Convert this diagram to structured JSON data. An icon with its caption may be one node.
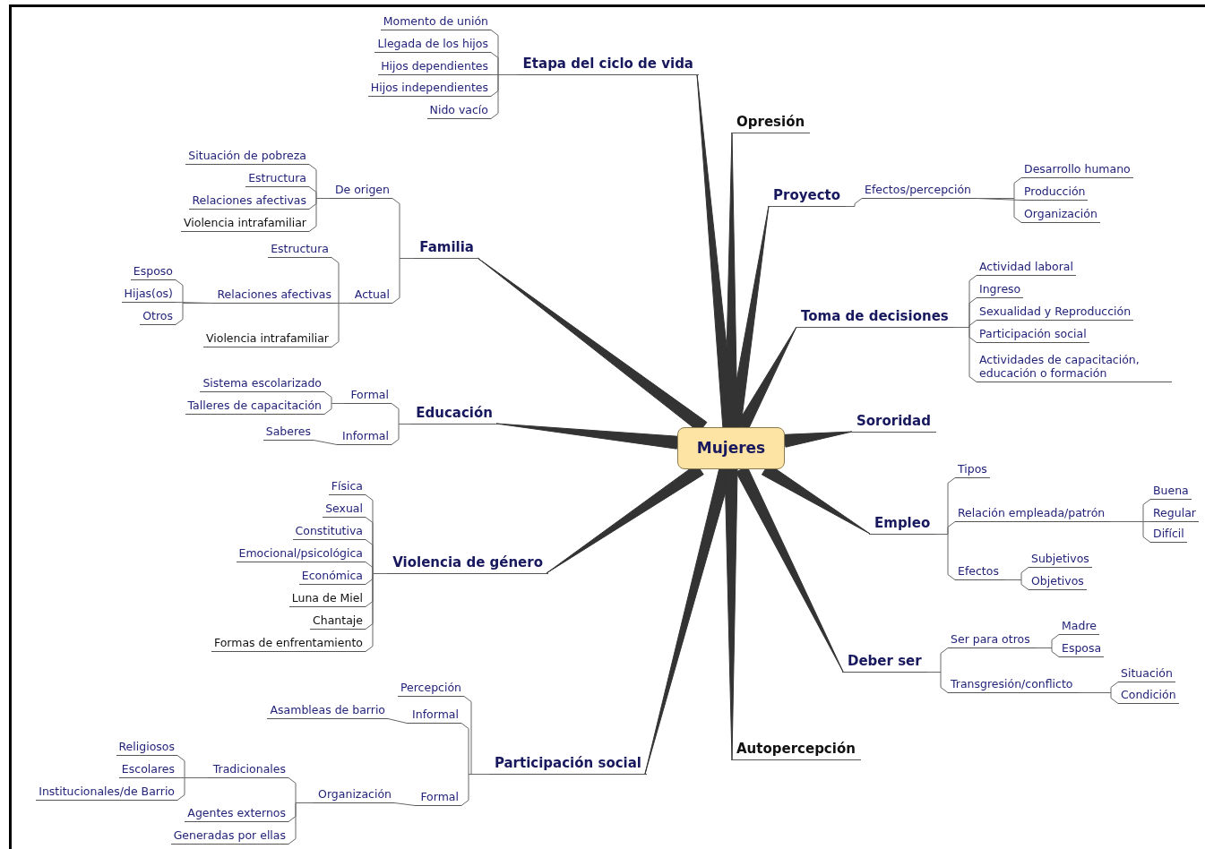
{
  "diagram": {
    "nodes": [
      {
        "text": [
          "Mujeres"
        ]
      },
      {
        "text": [
          "Etapa del ciclo de vida"
        ]
      },
      {
        "text": [
          "Momento de unión"
        ]
      },
      {
        "text": [
          "Llegada de los hijos"
        ]
      },
      {
        "text": [
          "Hijos dependientes"
        ]
      },
      {
        "text": [
          "Hijos independientes"
        ]
      },
      {
        "text": [
          "Nido vacío"
        ]
      },
      {
        "text": [
          "Familia"
        ]
      },
      {
        "text": [
          "De origen"
        ]
      },
      {
        "text": [
          "Situación de pobreza"
        ]
      },
      {
        "text": [
          "Estructura"
        ]
      },
      {
        "text": [
          "Relaciones afectivas"
        ]
      },
      {
        "text": [
          "Violencia intrafamiliar"
        ]
      },
      {
        "text": [
          "Actual"
        ]
      },
      {
        "text": [
          "Estructura"
        ]
      },
      {
        "text": [
          "Relaciones afectivas"
        ]
      },
      {
        "text": [
          "Esposo"
        ]
      },
      {
        "text": [
          "Hijas(os)"
        ]
      },
      {
        "text": [
          "Otros"
        ]
      },
      {
        "text": [
          "Violencia intrafamiliar"
        ]
      },
      {
        "text": [
          "Educación"
        ]
      },
      {
        "text": [
          "Formal"
        ]
      },
      {
        "text": [
          "Sistema escolarizado"
        ]
      },
      {
        "text": [
          "Talleres de capacitación"
        ]
      },
      {
        "text": [
          "Informal"
        ]
      },
      {
        "text": [
          "Saberes"
        ]
      },
      {
        "text": [
          "Violencia de género"
        ]
      },
      {
        "text": [
          "Física"
        ]
      },
      {
        "text": [
          "Sexual"
        ]
      },
      {
        "text": [
          "Constitutiva"
        ]
      },
      {
        "text": [
          "Emocional/psicológica"
        ]
      },
      {
        "text": [
          "Económica"
        ]
      },
      {
        "text": [
          "Luna de Miel"
        ]
      },
      {
        "text": [
          "Chantaje"
        ]
      },
      {
        "text": [
          "Formas de enfrentamiento"
        ]
      },
      {
        "text": [
          "Participación social"
        ]
      },
      {
        "text": [
          "Percepción"
        ]
      },
      {
        "text": [
          "Informal"
        ]
      },
      {
        "text": [
          "Asambleas de barrio"
        ]
      },
      {
        "text": [
          "Formal"
        ]
      },
      {
        "text": [
          "Organización"
        ]
      },
      {
        "text": [
          "Tradicionales"
        ]
      },
      {
        "text": [
          "Religiosos"
        ]
      },
      {
        "text": [
          "Escolares"
        ]
      },
      {
        "text": [
          "Institucionales/de Barrio"
        ]
      },
      {
        "text": [
          "Agentes externos"
        ]
      },
      {
        "text": [
          "Generadas por ellas"
        ]
      },
      {
        "text": [
          "Opresión"
        ]
      },
      {
        "text": [
          "Proyecto"
        ]
      },
      {
        "text": [
          "Efectos/percepción"
        ]
      },
      {
        "text": [
          "Desarrollo humano"
        ]
      },
      {
        "text": [
          "Producción"
        ]
      },
      {
        "text": [
          "Organización"
        ]
      },
      {
        "text": [
          "Toma de decisiones"
        ]
      },
      {
        "text": [
          "Actividad laboral"
        ]
      },
      {
        "text": [
          "Ingreso"
        ]
      },
      {
        "text": [
          "Sexualidad y Reproducción"
        ]
      },
      {
        "text": [
          "Participación social"
        ]
      },
      {
        "text": [
          "Actividades de capacitación, educación o formación"
        ]
      },
      {
        "text": [
          "Sororidad"
        ]
      },
      {
        "text": [
          "Empleo"
        ]
      },
      {
        "text": [
          "Tipos"
        ]
      },
      {
        "text": [
          "Relación empleada/patrón"
        ]
      },
      {
        "text": [
          "Buena"
        ]
      },
      {
        "text": [
          "Regular"
        ]
      },
      {
        "text": [
          "Difícil"
        ]
      },
      {
        "text": [
          "Efectos"
        ]
      },
      {
        "text": [
          "Subjetivos"
        ]
      },
      {
        "text": [
          "Objetivos"
        ]
      },
      {
        "text": [
          "Deber ser"
        ]
      },
      {
        "text": [
          "Ser para otros"
        ]
      },
      {
        "text": [
          "Madre"
        ]
      },
      {
        "text": [
          "Esposa"
        ]
      },
      {
        "text": [
          "Transgresión/conflicto"
        ]
      },
      {
        "text": [
          "Situación"
        ]
      },
      {
        "text": [
          "Condición"
        ]
      },
      {
        "text": [
          "Autopercepción"
        ]
      }
    ],
    "edges": [
      {
        "from": 0,
        "to": 1,
        "arrow": "none"
      },
      {
        "from": 1,
        "to": 2,
        "arrow": "none"
      },
      {
        "from": 1,
        "to": 3,
        "arrow": "none"
      },
      {
        "from": 1,
        "to": 4,
        "arrow": "none"
      },
      {
        "from": 1,
        "to": 5,
        "arrow": "none"
      },
      {
        "from": 1,
        "to": 6,
        "arrow": "none"
      },
      {
        "from": 0,
        "to": 7,
        "arrow": "none"
      },
      {
        "from": 7,
        "to": 8,
        "arrow": "none"
      },
      {
        "from": 8,
        "to": 9,
        "arrow": "none"
      },
      {
        "from": 8,
        "to": 10,
        "arrow": "none"
      },
      {
        "from": 8,
        "to": 11,
        "arrow": "none"
      },
      {
        "from": 8,
        "to": 12,
        "arrow": "none"
      },
      {
        "from": 7,
        "to": 13,
        "arrow": "none"
      },
      {
        "from": 13,
        "to": 14,
        "arrow": "none"
      },
      {
        "from": 13,
        "to": 15,
        "arrow": "none"
      },
      {
        "from": 15,
        "to": 16,
        "arrow": "none"
      },
      {
        "from": 15,
        "to": 17,
        "arrow": "none"
      },
      {
        "from": 15,
        "to": 18,
        "arrow": "none"
      },
      {
        "from": 13,
        "to": 19,
        "arrow": "none"
      },
      {
        "from": 0,
        "to": 20,
        "arrow": "none"
      },
      {
        "from": 20,
        "to": 21,
        "arrow": "none"
      },
      {
        "from": 21,
        "to": 22,
        "arrow": "none"
      },
      {
        "from": 21,
        "to": 23,
        "arrow": "none"
      },
      {
        "from": 20,
        "to": 24,
        "arrow": "none"
      },
      {
        "from": 24,
        "to": 25,
        "arrow": "none"
      },
      {
        "from": 0,
        "to": 26,
        "arrow": "none"
      },
      {
        "from": 26,
        "to": 27,
        "arrow": "none"
      },
      {
        "from": 26,
        "to": 28,
        "arrow": "none"
      },
      {
        "from": 26,
        "to": 29,
        "arrow": "none"
      },
      {
        "from": 26,
        "to": 30,
        "arrow": "none"
      },
      {
        "from": 26,
        "to": 31,
        "arrow": "none"
      },
      {
        "from": 26,
        "to": 32,
        "arrow": "none"
      },
      {
        "from": 26,
        "to": 33,
        "arrow": "none"
      },
      {
        "from": 26,
        "to": 34,
        "arrow": "none"
      },
      {
        "from": 0,
        "to": 35,
        "arrow": "none"
      },
      {
        "from": 35,
        "to": 36,
        "arrow": "none"
      },
      {
        "from": 35,
        "to": 37,
        "arrow": "none"
      },
      {
        "from": 37,
        "to": 38,
        "arrow": "none"
      },
      {
        "from": 35,
        "to": 39,
        "arrow": "none"
      },
      {
        "from": 39,
        "to": 40,
        "arrow": "none"
      },
      {
        "from": 40,
        "to": 41,
        "arrow": "none"
      },
      {
        "from": 41,
        "to": 42,
        "arrow": "none"
      },
      {
        "from": 41,
        "to": 43,
        "arrow": "none"
      },
      {
        "from": 41,
        "to": 44,
        "arrow": "none"
      },
      {
        "from": 40,
        "to": 45,
        "arrow": "none"
      },
      {
        "from": 40,
        "to": 46,
        "arrow": "none"
      },
      {
        "from": 0,
        "to": 47,
        "arrow": "none"
      },
      {
        "from": 0,
        "to": 48,
        "arrow": "none"
      },
      {
        "from": 48,
        "to": 49,
        "arrow": "none"
      },
      {
        "from": 49,
        "to": 50,
        "arrow": "none"
      },
      {
        "from": 49,
        "to": 51,
        "arrow": "none"
      },
      {
        "from": 49,
        "to": 52,
        "arrow": "none"
      },
      {
        "from": 0,
        "to": 53,
        "arrow": "none"
      },
      {
        "from": 53,
        "to": 54,
        "arrow": "none"
      },
      {
        "from": 53,
        "to": 55,
        "arrow": "none"
      },
      {
        "from": 53,
        "to": 56,
        "arrow": "none"
      },
      {
        "from": 53,
        "to": 57,
        "arrow": "none"
      },
      {
        "from": 53,
        "to": 58,
        "arrow": "none"
      },
      {
        "from": 0,
        "to": 59,
        "arrow": "none"
      },
      {
        "from": 0,
        "to": 60,
        "arrow": "none"
      },
      {
        "from": 60,
        "to": 61,
        "arrow": "none"
      },
      {
        "from": 60,
        "to": 62,
        "arrow": "none"
      },
      {
        "from": 62,
        "to": 63,
        "arrow": "none"
      },
      {
        "from": 62,
        "to": 64,
        "arrow": "none"
      },
      {
        "from": 62,
        "to": 65,
        "arrow": "none"
      },
      {
        "from": 60,
        "to": 66,
        "arrow": "none"
      },
      {
        "from": 66,
        "to": 67,
        "arrow": "none"
      },
      {
        "from": 66,
        "to": 68,
        "arrow": "none"
      },
      {
        "from": 0,
        "to": 69,
        "arrow": "none"
      },
      {
        "from": 69,
        "to": 70,
        "arrow": "none"
      },
      {
        "from": 70,
        "to": 71,
        "arrow": "none"
      },
      {
        "from": 70,
        "to": 72,
        "arrow": "none"
      },
      {
        "from": 69,
        "to": 73,
        "arrow": "none"
      },
      {
        "from": 73,
        "to": 74,
        "arrow": "none"
      },
      {
        "from": 73,
        "to": 75,
        "arrow": "none"
      },
      {
        "from": 0,
        "to": 76,
        "arrow": "none"
      }
    ]
  }
}
